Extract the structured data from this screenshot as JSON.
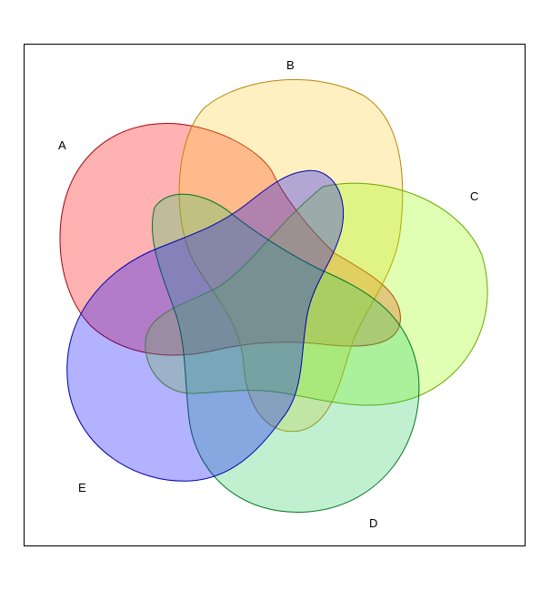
{
  "sets": [
    {
      "id": "A",
      "label": "A",
      "fill": "#ff0000",
      "stroke": "#aa0000"
    },
    {
      "id": "B",
      "label": "B",
      "fill": "#ffcc33",
      "stroke": "#b8860b"
    },
    {
      "id": "C",
      "label": "C",
      "fill": "#99ff00",
      "stroke": "#66aa00"
    },
    {
      "id": "D",
      "label": "D",
      "fill": "#33cc66",
      "stroke": "#007722"
    },
    {
      "id": "E",
      "label": "E",
      "fill": "#0000ff",
      "stroke": "#0000aa"
    }
  ]
}
